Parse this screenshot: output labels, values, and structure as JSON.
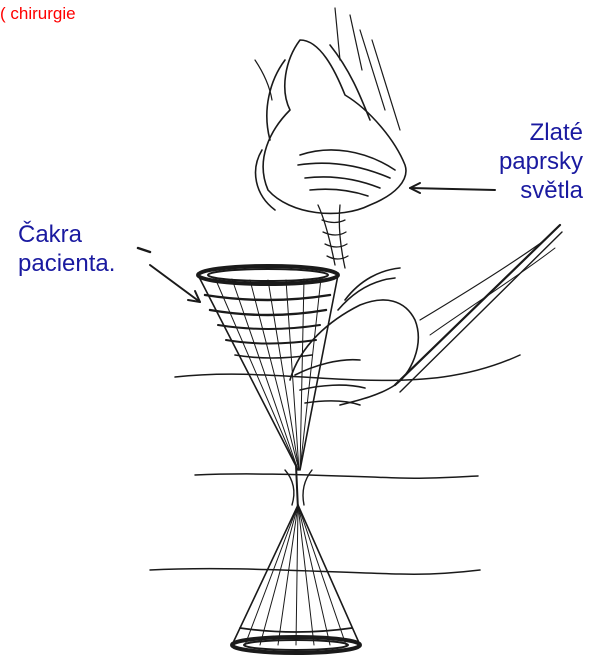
{
  "header": {
    "title": "( chirurgie"
  },
  "labels": {
    "chakra": {
      "line1": "Čakra",
      "line2": "pacienta."
    },
    "rays": {
      "line1": "Zlaté",
      "line2": "paprsky",
      "line3": "světla"
    }
  },
  "colors": {
    "title": "#ff0000",
    "labels": "#1a1aa0",
    "ink": "#1a1a1a"
  },
  "icons": [
    "arrow-icon",
    "hand-icon",
    "chakra-cone-icon"
  ]
}
